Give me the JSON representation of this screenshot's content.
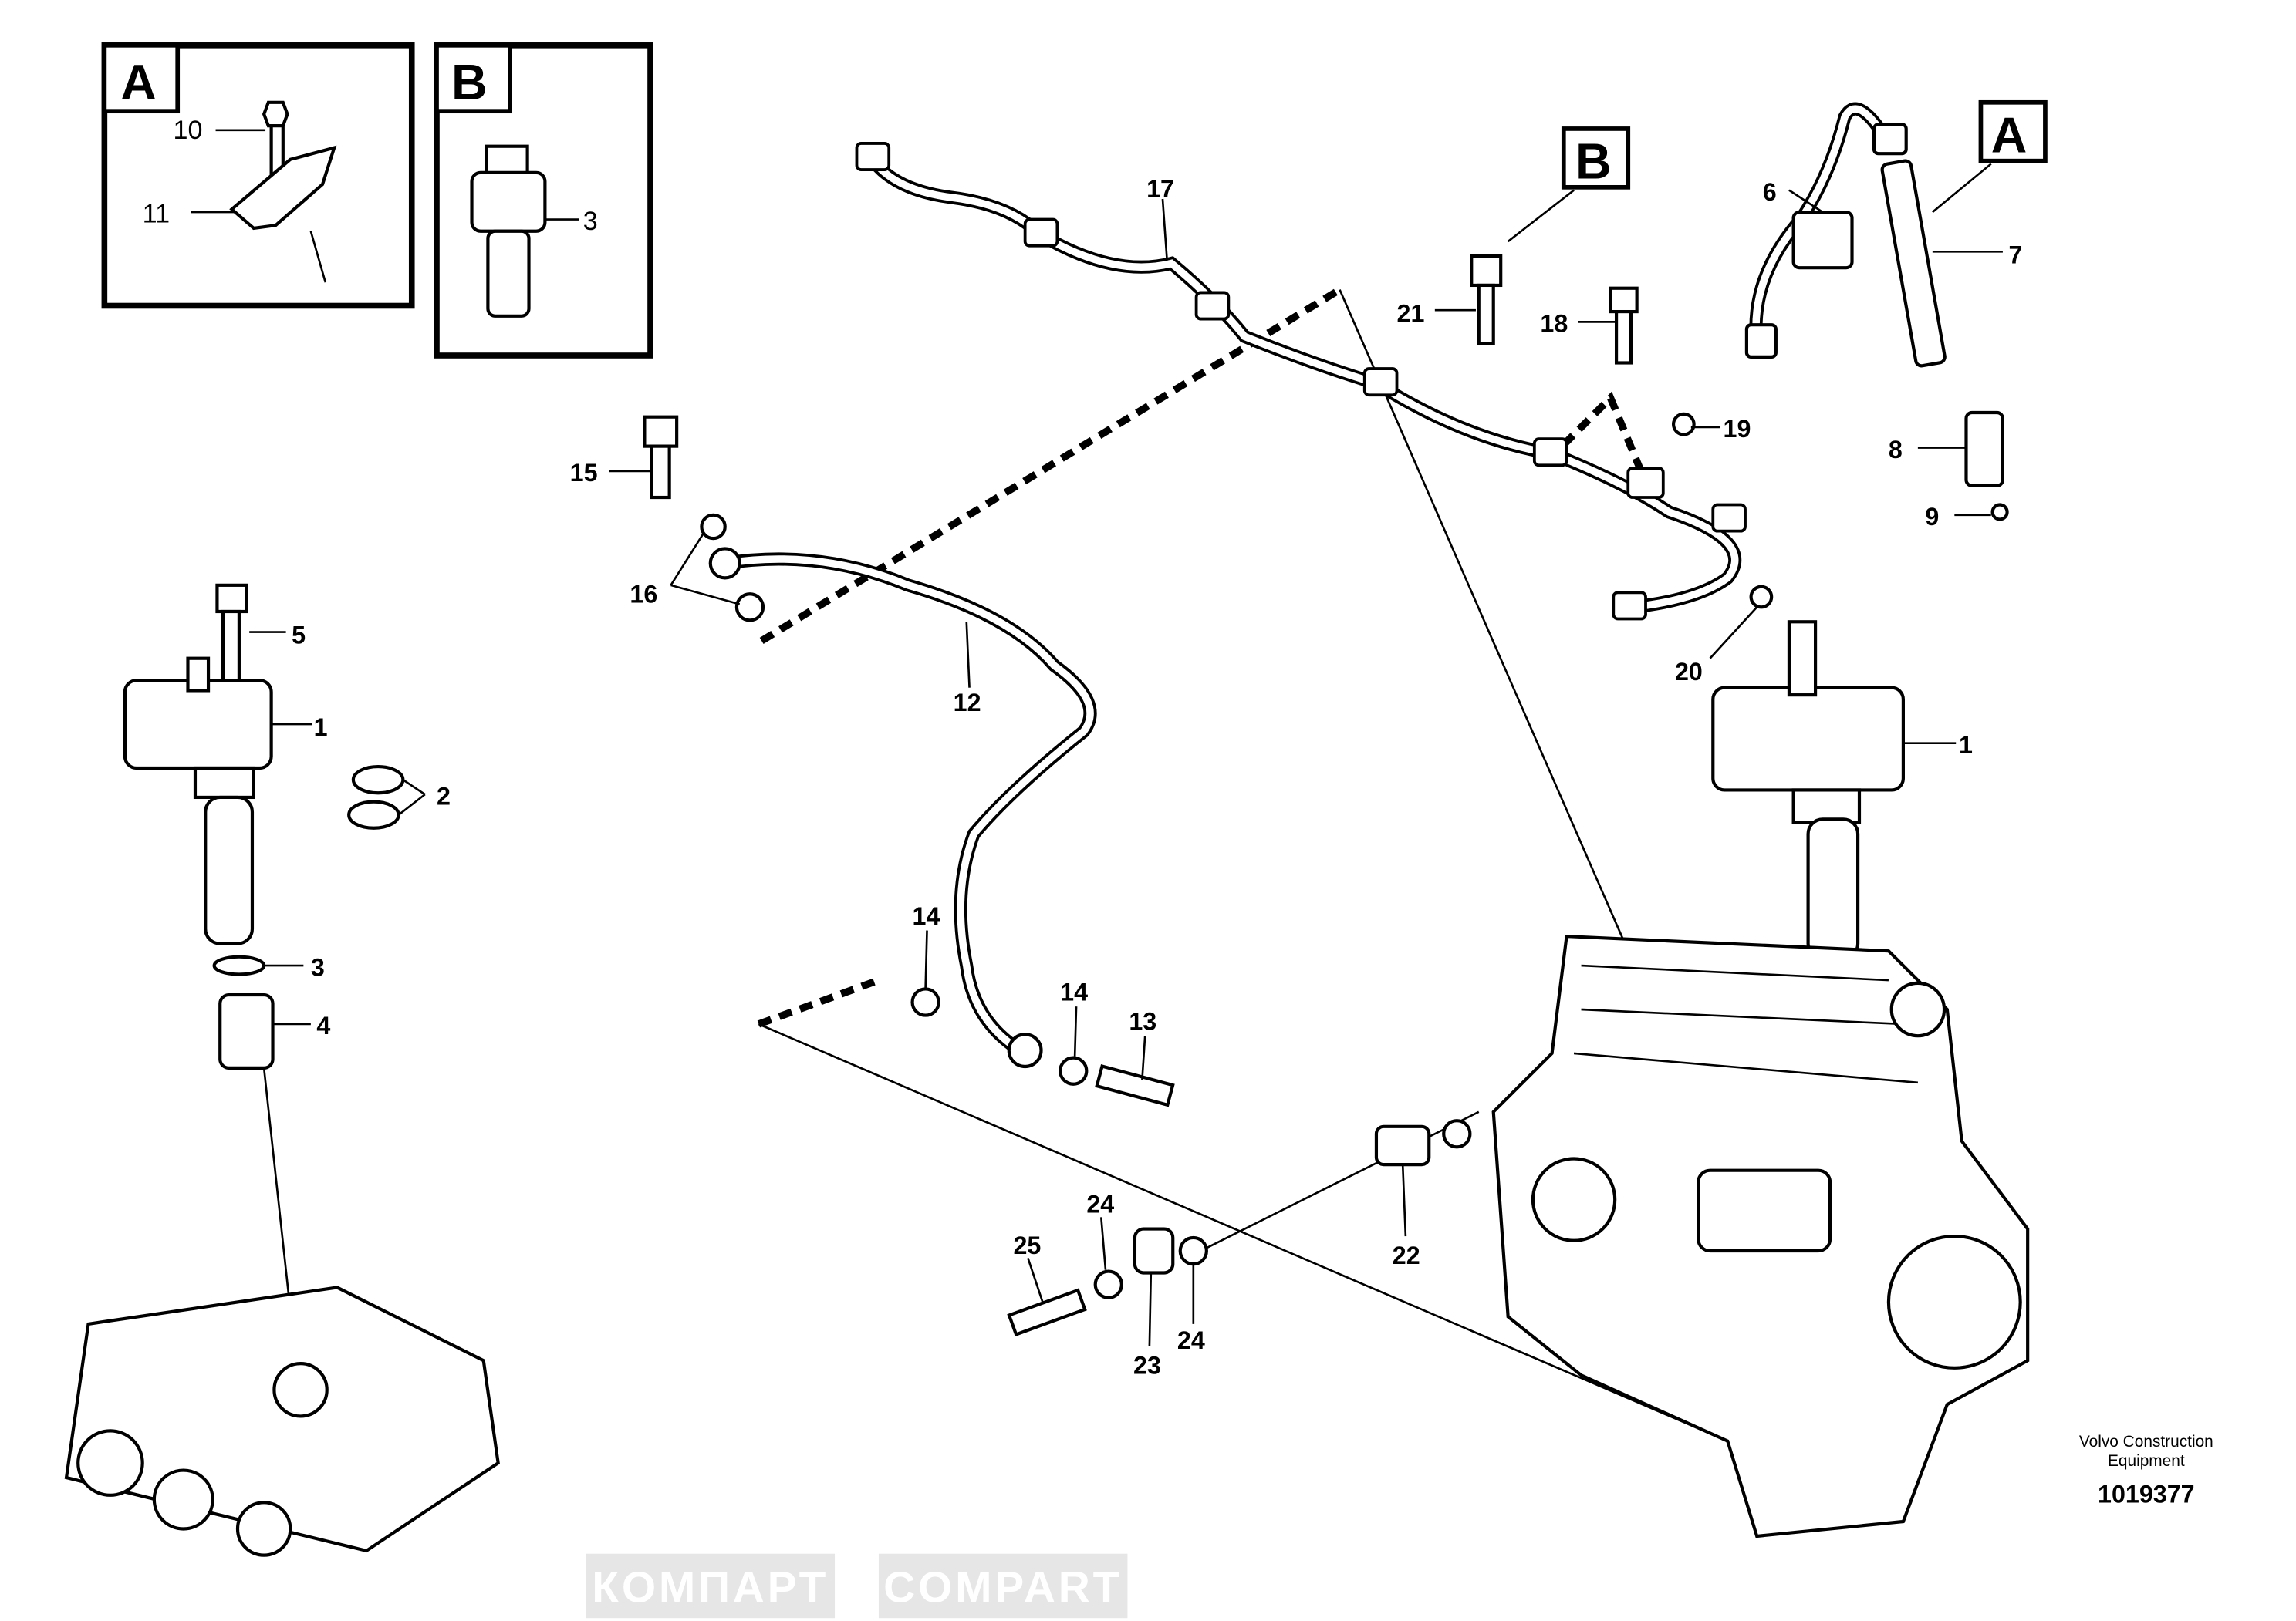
{
  "watermark": {
    "text_ru": "КОМПАРТ",
    "text_en": "COMPART"
  },
  "insets": {
    "a": {
      "letter": "A",
      "callouts": [
        "10",
        "11"
      ]
    },
    "b": {
      "letter": "B",
      "callouts": [
        "3"
      ]
    }
  },
  "view_markers": {
    "a": "A",
    "b": "B"
  },
  "callouts": [
    "17",
    "6",
    "7",
    "21",
    "18",
    "19",
    "8",
    "9",
    "15",
    "16",
    "12",
    "20",
    "5",
    "1",
    "2",
    "1",
    "3",
    "4",
    "14",
    "14",
    "13",
    "24",
    "25",
    "22",
    "23",
    "24"
  ],
  "footer": {
    "line1": "Volvo Construction",
    "line2": "Equipment",
    "number": "1019377"
  }
}
